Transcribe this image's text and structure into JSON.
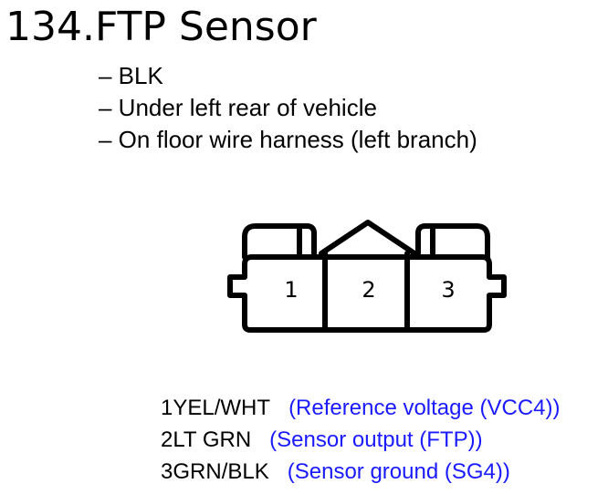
{
  "title": {
    "number": "134.",
    "name": "FTP Sensor"
  },
  "notes": [
    "– BLK",
    "– Under left rear of vehicle",
    "– On floor wire harness (left branch)"
  ],
  "connector": {
    "pins": [
      "1",
      "2",
      "3"
    ]
  },
  "pin_list": [
    {
      "pin": "1",
      "wire": "YEL/WHT",
      "desc": "(Reference voltage (VCC4))"
    },
    {
      "pin": "2",
      "wire": "LT GRN",
      "desc": "(Sensor output (FTP))"
    },
    {
      "pin": "3",
      "wire": "GRN/BLK",
      "desc": "(Sensor ground (SG4))"
    }
  ],
  "colors": {
    "description": "#1a1aff",
    "line": "#000000"
  }
}
